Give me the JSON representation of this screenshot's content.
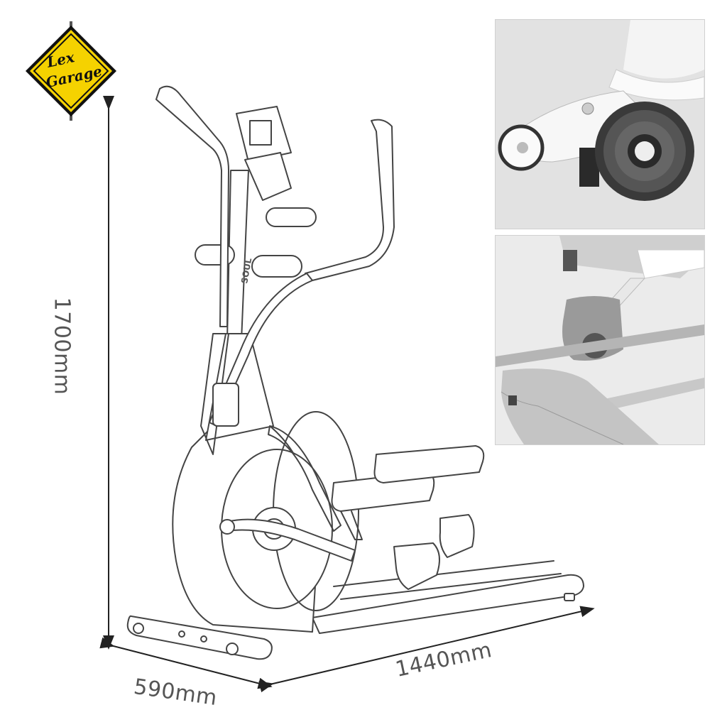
{
  "logo": {
    "line1": "Lex",
    "line2": "Garage",
    "color": "#f5d200"
  },
  "dimensions": {
    "height": "1700mm",
    "depth": "590mm",
    "length": "1440mm"
  },
  "brand_mark": "SOUL",
  "colors": {
    "line": "#444444",
    "dimension": "#222222",
    "photo_bg": "#e4e4e4"
  }
}
